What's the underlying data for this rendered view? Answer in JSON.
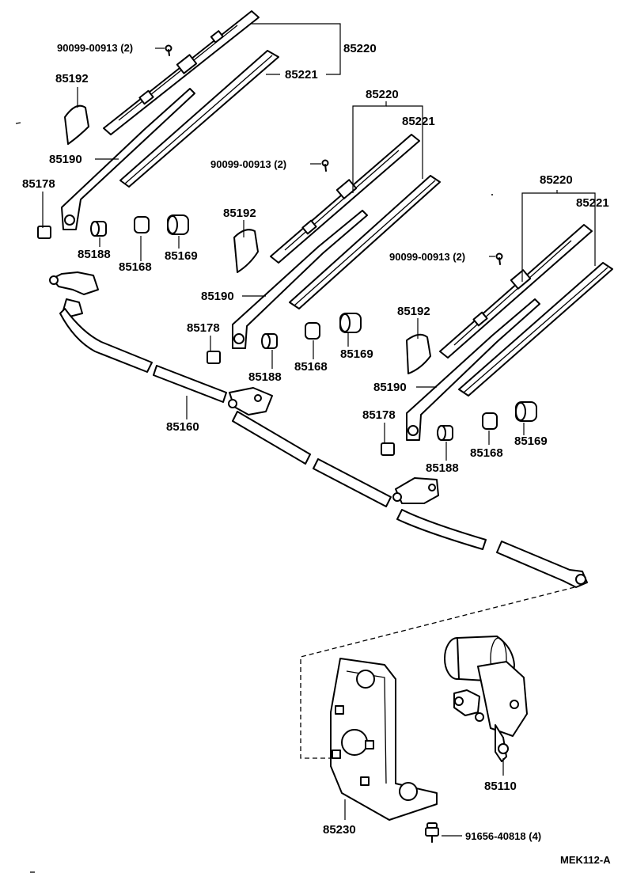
{
  "diagram": {
    "code": "MEK112-A",
    "labels": {
      "blade_assy": "85220",
      "blade_rubber": "85221",
      "screw": "90099-00913 (2)",
      "cap": "85192",
      "arm": "85190",
      "nut": "85178",
      "bushing_a": "85188",
      "bushing_b": "85168",
      "bushing_c": "85169",
      "link": "85160",
      "bracket": "85230",
      "motor": "85110",
      "bolt": "91656-40818 (4)"
    }
  }
}
